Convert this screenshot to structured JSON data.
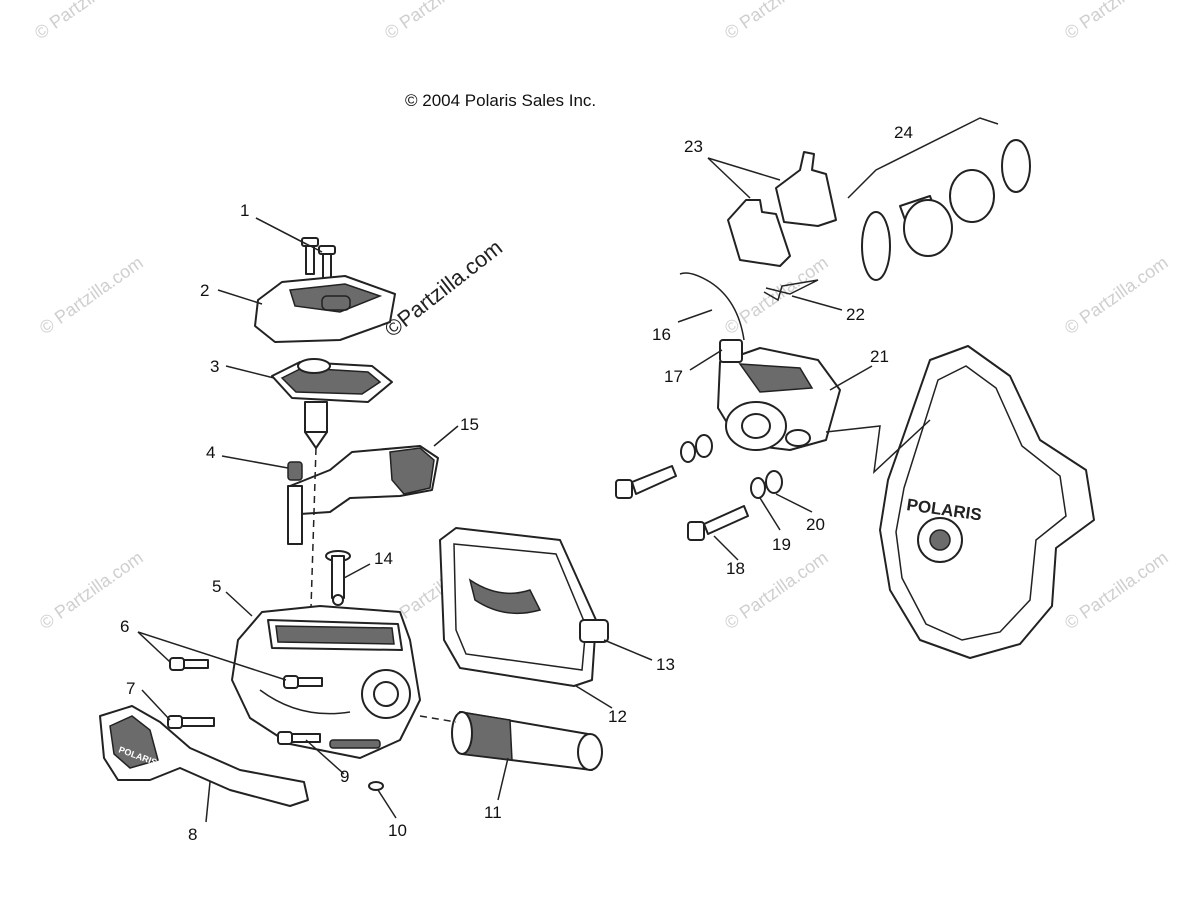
{
  "copyright": "© 2004 Polaris Sales Inc.",
  "watermark": "© Partzilla.com",
  "center_watermark": "©Partzilla.com",
  "logo_text": "POLARIS",
  "grip_logo_text": "POLARIS",
  "callouts": {
    "c1": "1",
    "c2": "2",
    "c3": "3",
    "c4": "4",
    "c5": "5",
    "c6": "6",
    "c7": "7",
    "c8": "8",
    "c9": "9",
    "c10": "10",
    "c11": "11",
    "c12": "12",
    "c13": "13",
    "c14": "14",
    "c15": "15",
    "c16": "16",
    "c17": "17",
    "c18": "18",
    "c19": "19",
    "c20": "20",
    "c21": "21",
    "c22": "22",
    "c23": "23",
    "c24": "24"
  }
}
